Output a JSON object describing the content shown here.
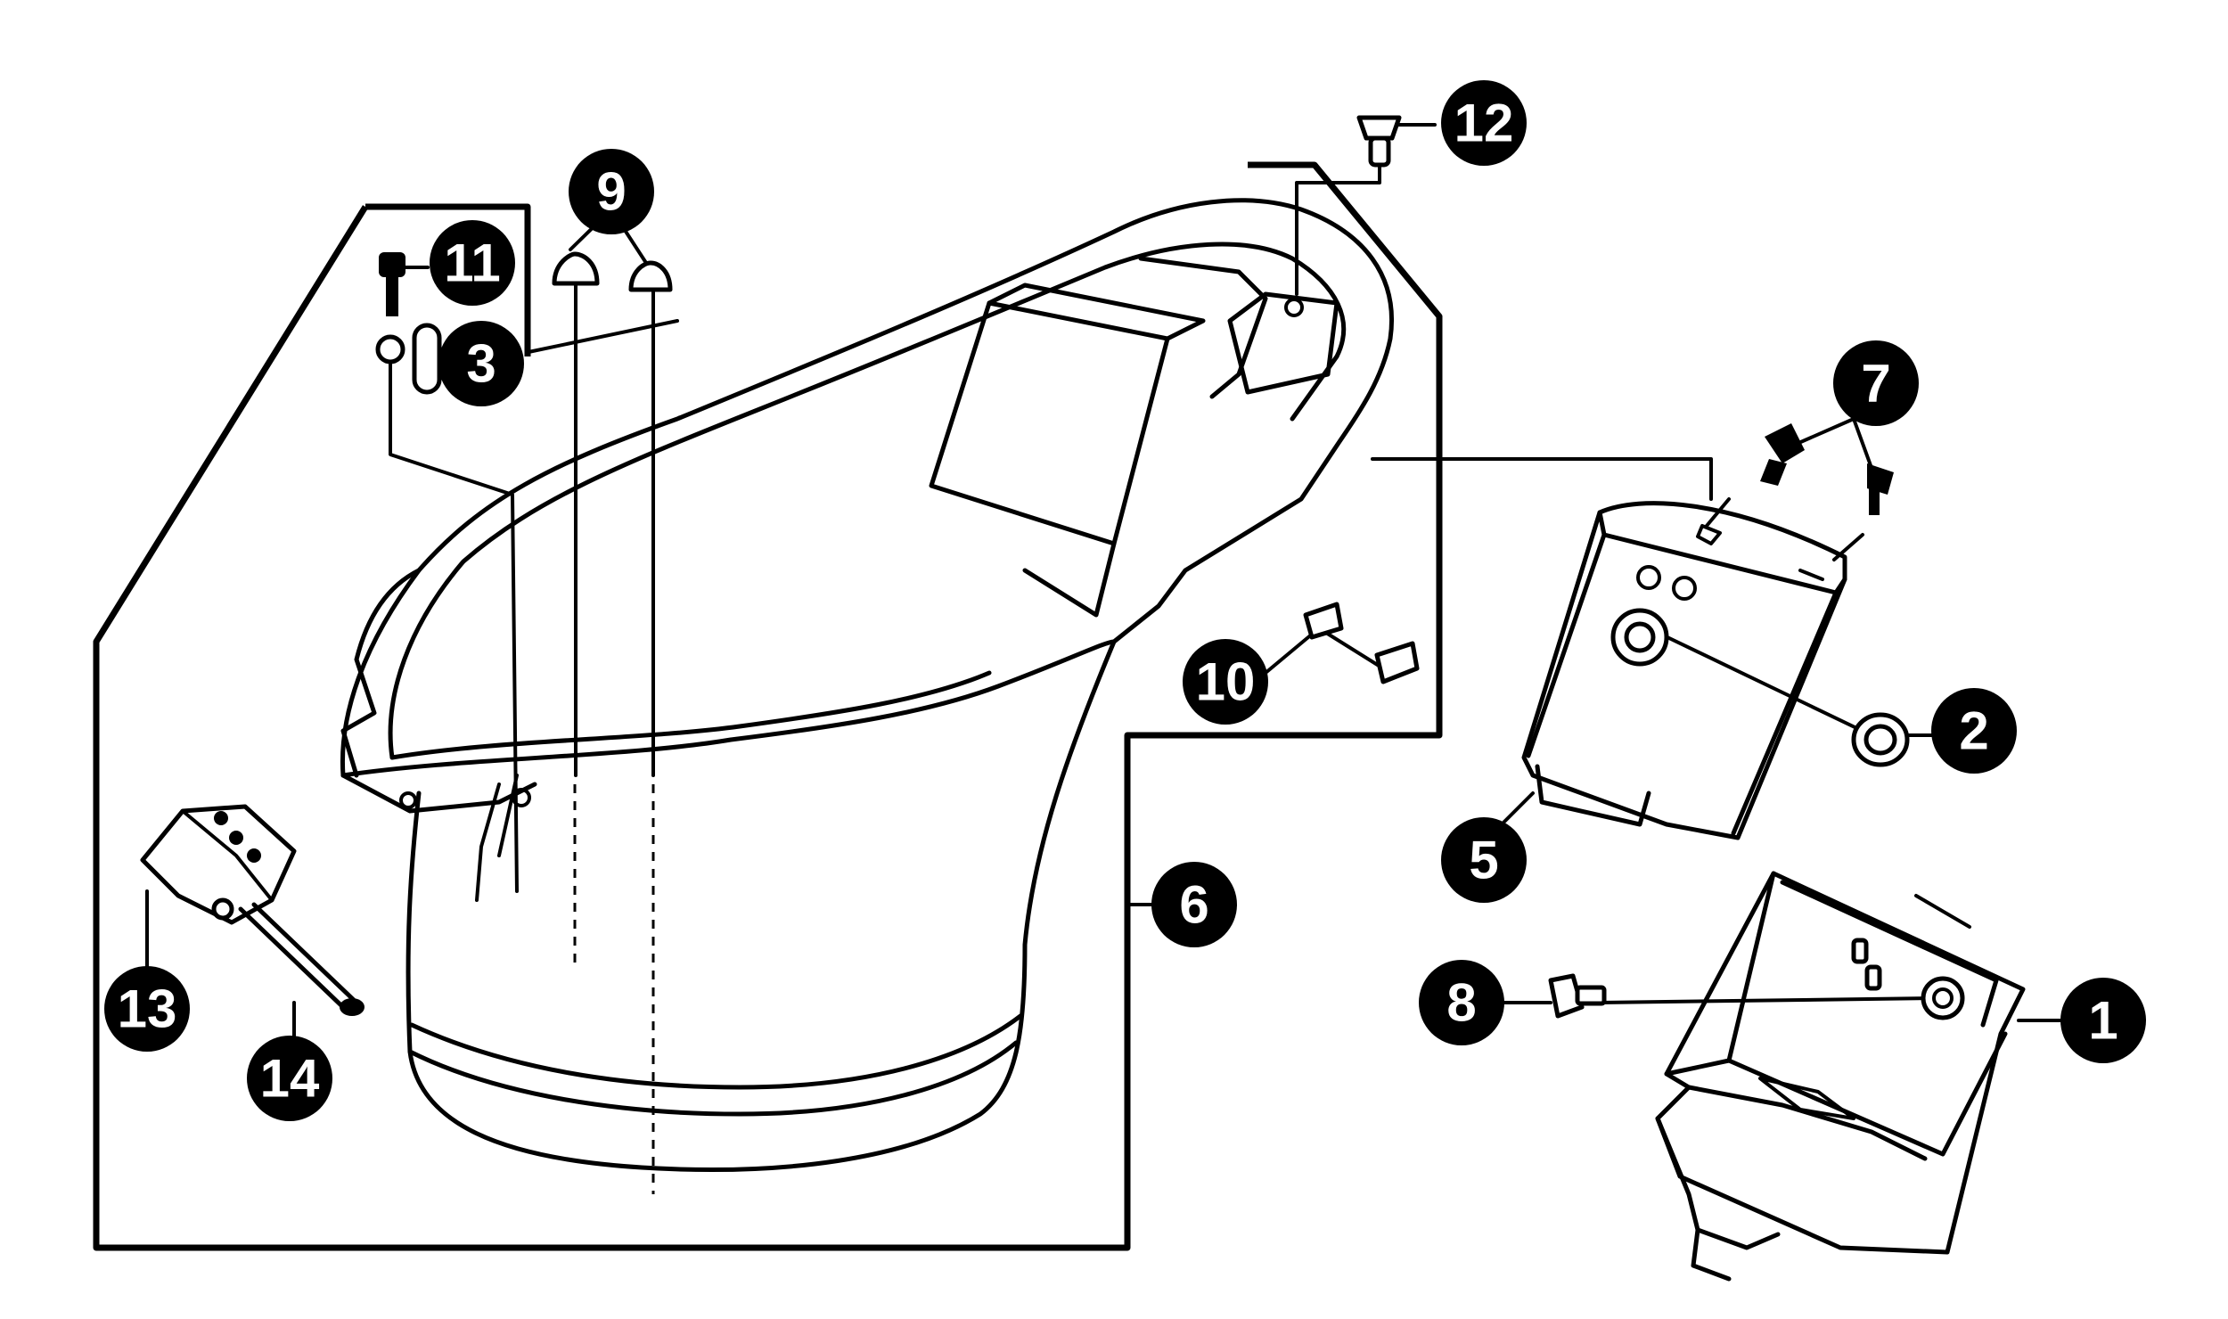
{
  "colors": {
    "ink": "#000000",
    "paper": "#ffffff"
  },
  "callouts": [
    {
      "id": "1",
      "label": "1"
    },
    {
      "id": "2",
      "label": "2"
    },
    {
      "id": "3",
      "label": "3"
    },
    {
      "id": "5",
      "label": "5"
    },
    {
      "id": "6",
      "label": "6"
    },
    {
      "id": "7",
      "label": "7"
    },
    {
      "id": "8",
      "label": "8"
    },
    {
      "id": "9",
      "label": "9"
    },
    {
      "id": "10",
      "label": "10"
    },
    {
      "id": "11",
      "label": "11"
    },
    {
      "id": "12",
      "label": "12"
    },
    {
      "id": "13",
      "label": "13"
    },
    {
      "id": "14",
      "label": "14"
    }
  ]
}
